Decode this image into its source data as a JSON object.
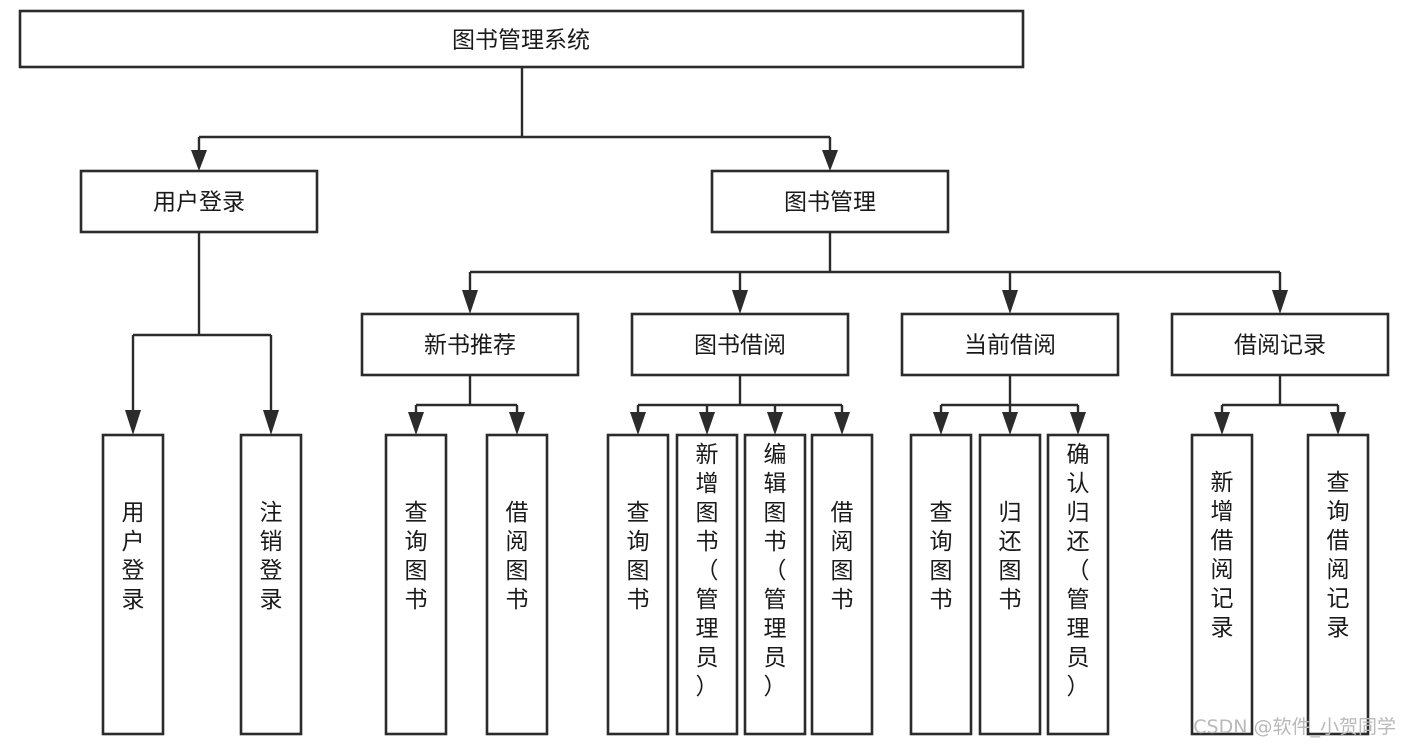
{
  "diagram": {
    "type": "tree-hierarchy-chart",
    "title": "图书管理系统",
    "orientation": "top-down",
    "colors": {
      "box_fill": "#ffffff",
      "box_stroke": "#2b2b2b",
      "text": "#1a1a1a",
      "watermark": "#b9b9b9",
      "background": "#ffffff"
    },
    "root": {
      "label": "图书管理系统"
    },
    "level2": [
      {
        "id": "user-login",
        "label": "用户登录"
      },
      {
        "id": "book-management",
        "label": "图书管理"
      }
    ],
    "level3": [
      {
        "id": "new-book-recommend",
        "label": "新书推荐",
        "parent": "book-management"
      },
      {
        "id": "book-borrow",
        "label": "图书借阅",
        "parent": "book-management"
      },
      {
        "id": "current-borrow",
        "label": "当前借阅",
        "parent": "book-management"
      },
      {
        "id": "borrow-record",
        "label": "借阅记录",
        "parent": "book-management"
      }
    ],
    "leaves": {
      "user-login": [
        {
          "id": "leaf-user-login",
          "label": "用户登录"
        },
        {
          "id": "leaf-user-logout",
          "label": "注销登录"
        }
      ],
      "new-book-recommend": [
        {
          "id": "leaf-query-book-1",
          "label": "查询图书"
        },
        {
          "id": "leaf-borrow-book-1",
          "label": "借阅图书"
        }
      ],
      "book-borrow": [
        {
          "id": "leaf-query-book-2",
          "label": "查询图书"
        },
        {
          "id": "leaf-add-book",
          "label": "新增图书（管理员）"
        },
        {
          "id": "leaf-edit-book",
          "label": "编辑图书（管理员）"
        },
        {
          "id": "leaf-borrow-book-2",
          "label": "借阅图书"
        }
      ],
      "current-borrow": [
        {
          "id": "leaf-query-book-3",
          "label": "查询图书"
        },
        {
          "id": "leaf-return-book",
          "label": "归还图书"
        },
        {
          "id": "leaf-confirm-return",
          "label": "确认归还（管理员）"
        }
      ],
      "borrow-record": [
        {
          "id": "leaf-add-record",
          "label": "新增借阅记录"
        },
        {
          "id": "leaf-query-record",
          "label": "查询借阅记录"
        }
      ]
    }
  },
  "watermark": {
    "text": "CSDN @软件_小贺同学"
  }
}
